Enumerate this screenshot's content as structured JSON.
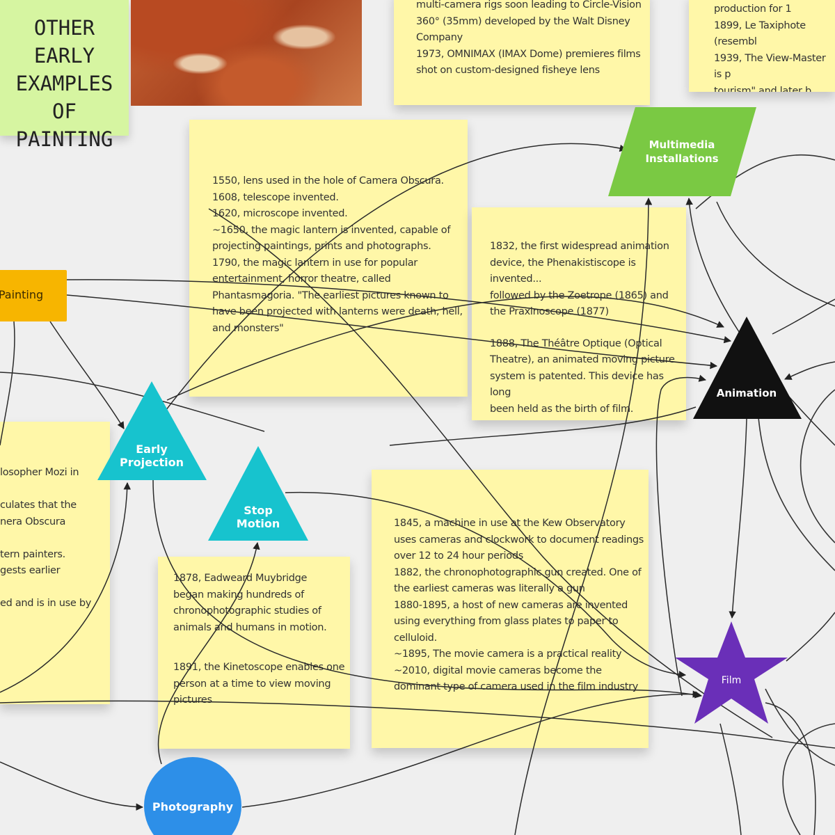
{
  "title_note": "OTHER\nEARLY\nEXAMPLES\nOF PAINTING",
  "nodes": {
    "painting": "Painting",
    "multimedia": "Multimedia\nInstallations",
    "animation": "Animation",
    "early_projection": "Early\nProjection",
    "stop_motion": "Stop\nMotion",
    "film": "Film",
    "photography": "Photography"
  },
  "notes": {
    "top_center": "multi-camera rigs soon leading to Circle-Vision\n360° (35mm) developed by the Walt Disney\nCompany\n1973, OMNIMAX (IMAX Dome) premieres films\nshot on custom-designed fisheye lens",
    "top_right": "production for 1\n1899, Le Taxiphote (resembl\n1939, The View-Master is p\ntourism\" and later b",
    "projection": "1550, lens used in the hole of Camera Obscura.\n1608, telescope invented.\n1620, microscope invented.\n~1650, the magic lantern is invented, capable of\nprojecting paintings, prints and photographs.\n1790, the magic lantern in use for popular\nentertainment, horror theatre, called\nPhantasmagoria. \"The earliest pictures known to\nhave been projected with lanterns were death, hell,\nand monsters\"",
    "animation_p1": "1832, the first widespread animation\ndevice, the Phenakistiscope is invented...\nfollowed by the Zoetrope (1865) and\nthe  Praxinoscope (1877)",
    "animation_p2": "1888, The Théâtre Optique (Optical\nTheatre), an animated moving picture\nsystem is patented. This device has long\nbeen held as the birth of film.",
    "left": "losopher Mozi in\n\nculates that the\nnera Obscura\n\ntern painters.\ngests earlier\n\ned and is in use by",
    "stop_motion_p1": "1878, Eadweard Muybridge\nbegan making hundreds of\nchronophotographic studies of\nanimals and humans in motion.",
    "stop_motion_p2": "1891, the Kinetoscope enables one\nperson at a time to view moving\npictures",
    "film": "1845, a machine in use at the Kew Observatory\nuses cameras and clockwork to document readings\nover 12 to 24 hour periods\n1882, the chronophotographic gun created. One of\nthe earliest cameras was literally a gun\n1880-1895, a host of new cameras are invented\nusing everything from glass plates to paper to\ncelluloid.\n~1895, The movie camera is a practical reality\n~2010, digital movie cameras become the\ndominant type of camera used in the film industry"
  },
  "colors": {
    "painting": "#f7b500",
    "multimedia": "#7ac943",
    "animation": "#111111",
    "early_projection": "#17c3ce",
    "stop_motion": "#17c3ce",
    "film": "#6a2fb8",
    "photography": "#2d8fe8",
    "note": "#fff7a8",
    "title_note": "#d6f5a1"
  }
}
